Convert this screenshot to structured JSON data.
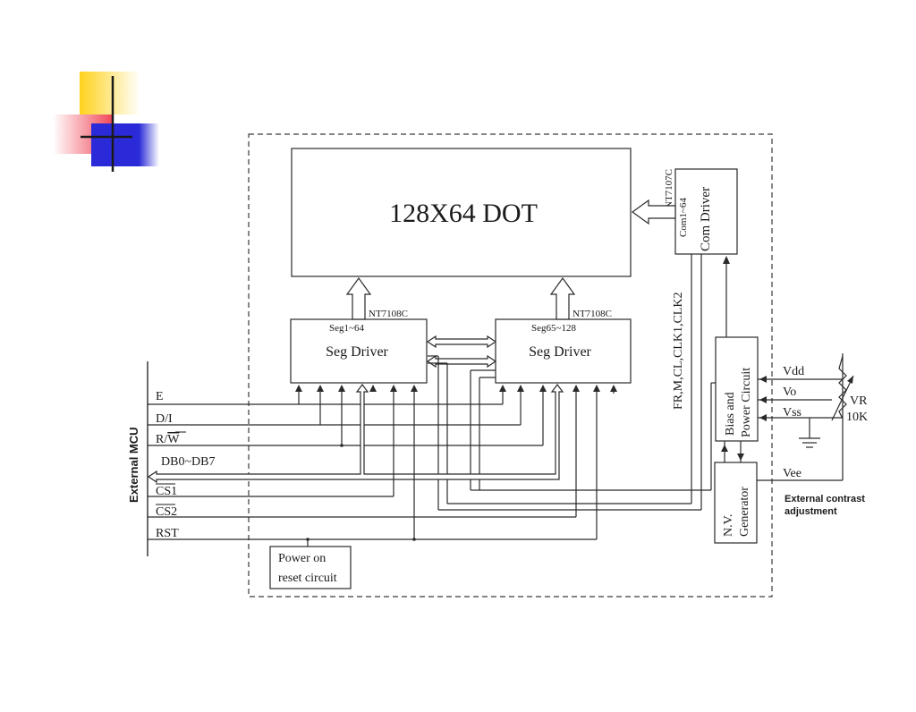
{
  "display": {
    "title": "128X64 DOT"
  },
  "com_driver": {
    "chip": "NT7107C",
    "range": "Com1~64",
    "label": "Com Driver"
  },
  "seg_driver_left": {
    "chip": "NT7108C",
    "range": "Seg1~64",
    "label": "Seg Driver"
  },
  "seg_driver_right": {
    "chip": "NT7108C",
    "range": "Seg65~128",
    "label": "Seg Driver"
  },
  "bias_circuit": {
    "line1": "Bias and",
    "line2": "Power Circuit"
  },
  "nv_generator": {
    "line1": "N.V.",
    "line2": "Generator"
  },
  "power_reset": {
    "line1": "Power on",
    "line2": "reset circuit"
  },
  "mcu": {
    "label": "External MCU"
  },
  "signals": {
    "e": "E",
    "di": "D/I",
    "rw_r": "R/",
    "rw_w": "W",
    "db": "DB0~DB7",
    "cs1": "CS1",
    "cs2": "CS2",
    "rst": "RST"
  },
  "clock_bus": {
    "label": "FR,M,CL,CLK1,CLK2"
  },
  "power_pins": {
    "vdd": "Vdd",
    "vo": "Vo",
    "vss": "Vss",
    "vee": "Vee"
  },
  "resistor": {
    "line1": "VR",
    "line2": "10K"
  },
  "contrast": {
    "line1": "External contrast",
    "line2": "adjustment"
  }
}
